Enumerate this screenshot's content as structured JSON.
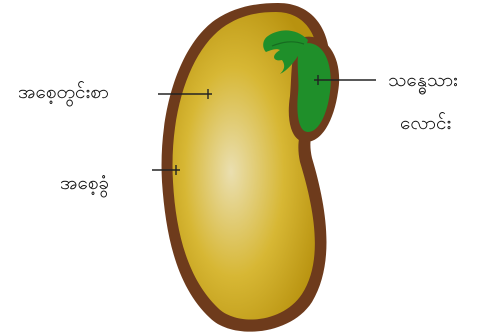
{
  "labels": {
    "endosperm": "အစေ့တွင်းစာ",
    "seed_coat": "အစေ့ခွံ",
    "embryo_line1": "သန္ဓေသား",
    "embryo_line2": "လောင်း"
  },
  "colors": {
    "seed_coat": "#6e3b1c",
    "endosperm_center": "#eadfb0",
    "endosperm_mid": "#d7b734",
    "endosperm_edge": "#b8920f",
    "embryo_green": "#1f8f2a",
    "embryo_dark": "#176c20",
    "leader_line": "#222222",
    "text": "#111111",
    "background": "#ffffff"
  }
}
